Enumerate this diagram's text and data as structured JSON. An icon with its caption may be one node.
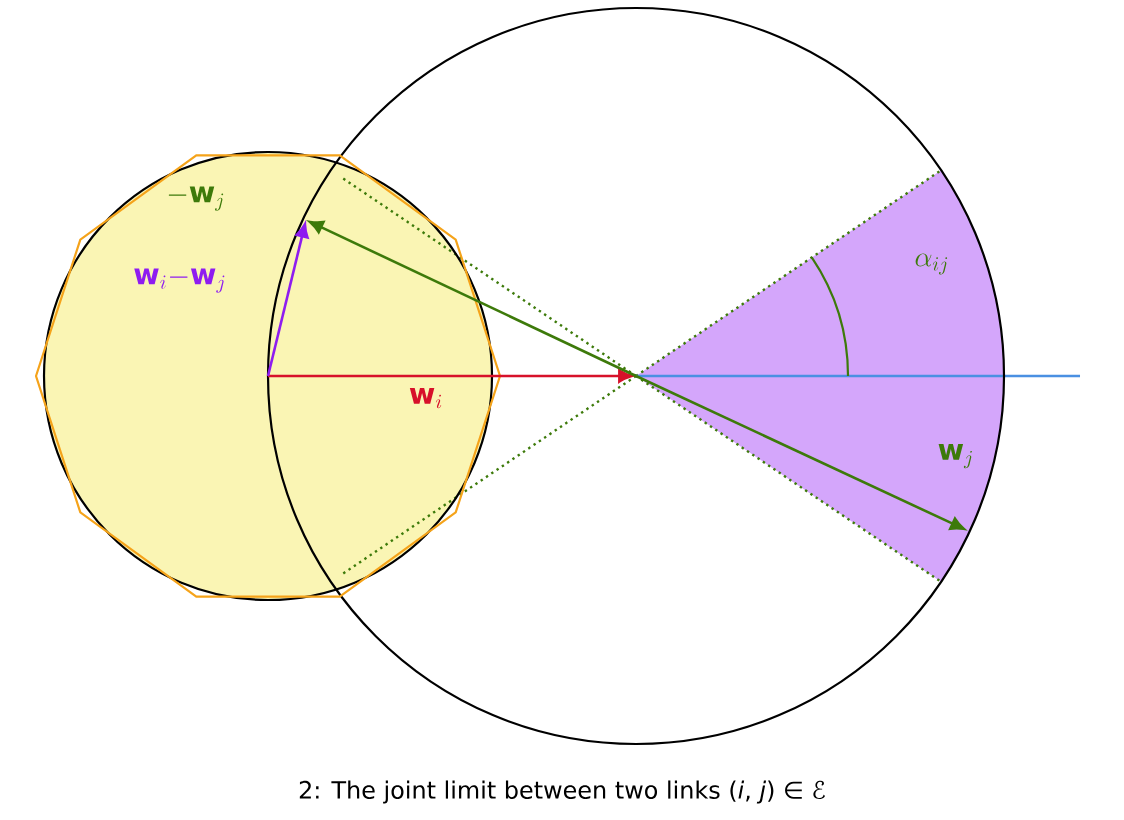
{
  "diagram": {
    "caption": "2: The joint limit between two links (*i*, *j*) ∈ ℰ",
    "labels": [
      "-\\mathbf{w}_j",
      "\\mathbf{w}_i{-}\\mathbf{w}_j",
      "\\mathbf{w}_i",
      "\\alpha_{ij}",
      "\\mathbf{w}_j"
    ]
  }
}
